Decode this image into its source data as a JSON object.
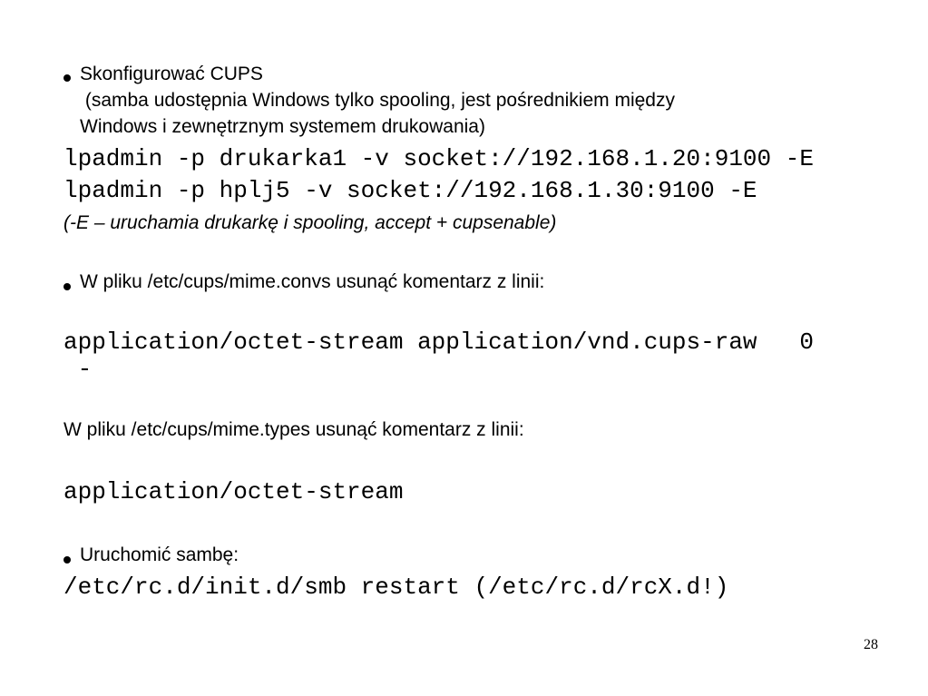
{
  "bullet1": {
    "title": "Skonfigurować CUPS",
    "note_line1": " (samba udostępnia Windows tylko spooling, jest pośrednikiem między",
    "note_line2": "Windows i zewnętrznym systemem drukowania)"
  },
  "commands1": [
    "lpadmin -p drukarka1 -v socket://192.168.1.20:9100 -E",
    "lpadmin -p hplj5 -v socket://192.168.1.30:9100 -E"
  ],
  "e_note": "(-E – uruchamia drukarkę i spooling, accept + cupsenable)",
  "bullet2": {
    "text": "W pliku /etc/cups/mime.convs usunąć komentarz z linii:"
  },
  "convs_line": {
    "main": "application/octet-stream application/vnd.cups-raw   0",
    "wrap": " -"
  },
  "types_text": "W pliku /etc/cups/mime.types usunąć komentarz z linii:",
  "types_line": "application/octet-stream",
  "bullet3": {
    "text": "Uruchomić sambę:"
  },
  "restart_cmd": "/etc/rc.d/init.d/smb restart (/etc/rc.d/rcX.d!)",
  "page_number": "28"
}
